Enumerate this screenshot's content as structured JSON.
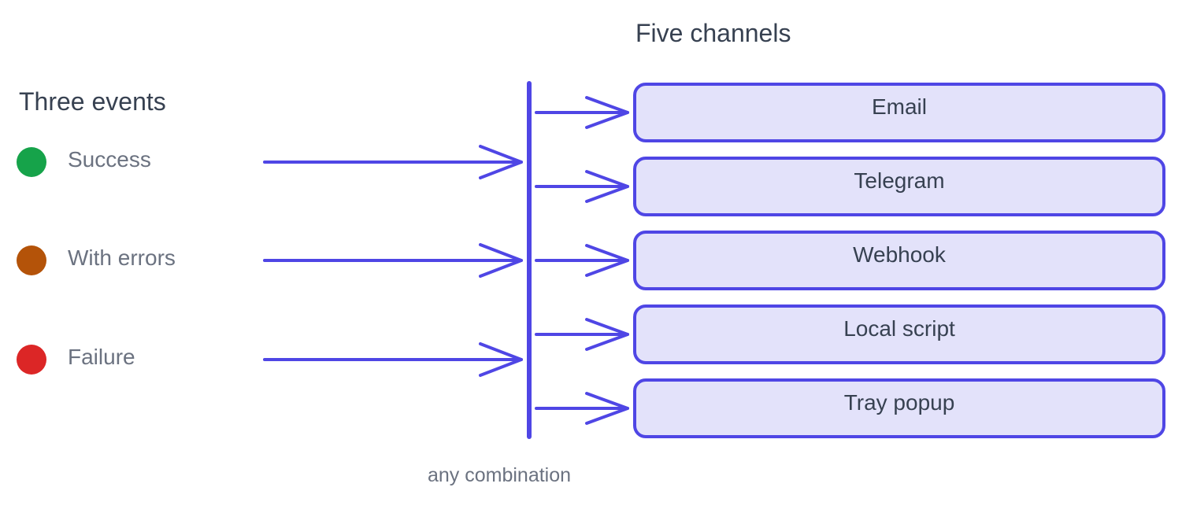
{
  "events": {
    "heading": "Three events",
    "items": [
      {
        "label": "Success",
        "color": "#16a34a"
      },
      {
        "label": "With errors",
        "color": "#b45309"
      },
      {
        "label": "Failure",
        "color": "#dc2626"
      }
    ]
  },
  "channels": {
    "heading": "Five channels",
    "items": [
      {
        "label": "Email"
      },
      {
        "label": "Telegram"
      },
      {
        "label": "Webhook"
      },
      {
        "label": "Local script"
      },
      {
        "label": "Tray popup"
      }
    ]
  },
  "footer": "any combination",
  "colors": {
    "accent": "#4f46e5",
    "box_fill": "#e3e2fa",
    "heading_text": "#374151",
    "muted_text": "#6b7280"
  }
}
